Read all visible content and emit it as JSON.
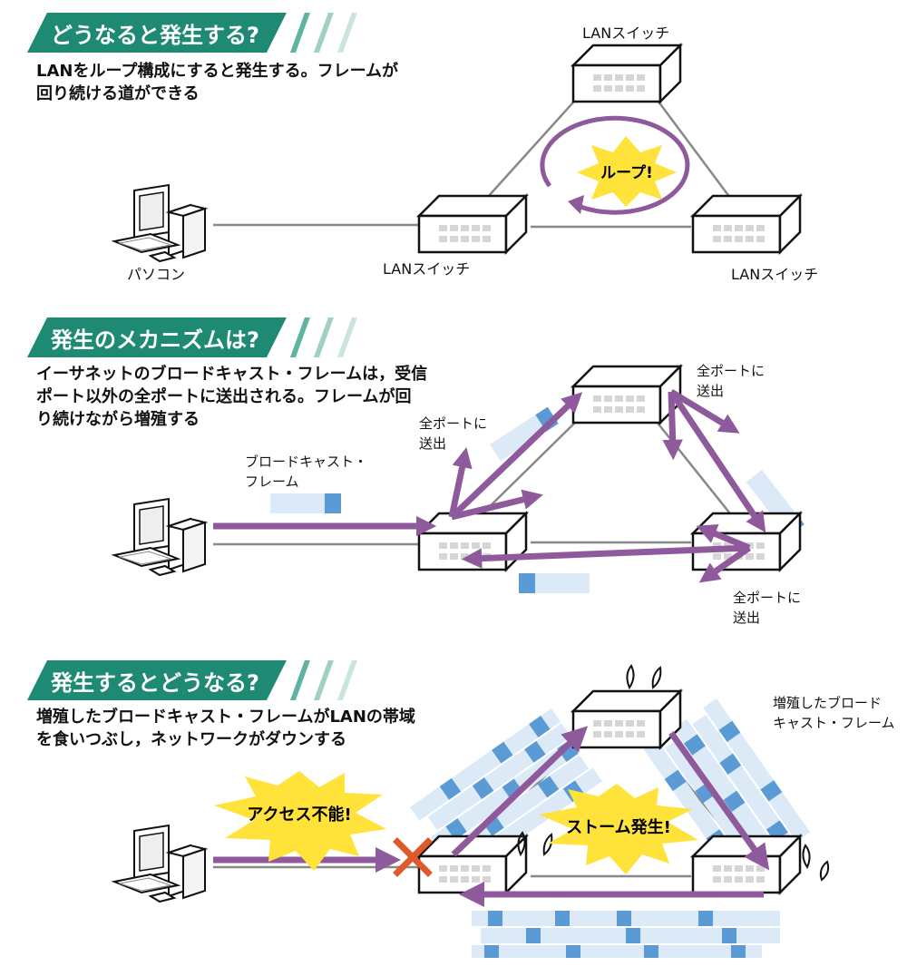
{
  "sections": [
    {
      "heading": "どうなると発生する?",
      "desc1": "LANをループ構成にすると発生する。フレームが",
      "desc2": "回り続ける道ができる",
      "switch_top": "LANスイッチ",
      "switch_left": "LANスイッチ",
      "switch_right": "LANスイッチ",
      "pc": "パソコン",
      "burst": "ループ!"
    },
    {
      "heading": "発生のメカニズムは?",
      "desc1": "イーサネットのブロードキャスト・フレームは，受信",
      "desc2": "ポート以外の全ポートに送出される。フレームが回",
      "desc3": "り続けながら増殖する",
      "frame1": "ブロードキャスト・",
      "frame2": "フレーム",
      "allport_left_1": "全ポートに",
      "allport_left_2": "送出",
      "allport_top_1": "全ポートに",
      "allport_top_2": "送出",
      "allport_bottom_1": "全ポートに",
      "allport_bottom_2": "送出"
    },
    {
      "heading": "発生するとどうなる?",
      "desc1": "増殖したブロードキャスト・フレームがLANの帯域",
      "desc2": "を食いつぶし，ネットワークがダウンする",
      "burst_access": "アクセス不能!",
      "burst_storm": "ストーム発生!",
      "multiplied1": "増殖したブロード",
      "multiplied2": "キャスト・フレーム"
    }
  ],
  "colors": {
    "heading_bg": "#1f8a73",
    "stripe": "#9fd0c4",
    "arrow": "#8e5a9b",
    "frame_light": "#dce9f7",
    "frame_dark": "#5b9bd5",
    "burst": "#ffe23a",
    "cross": "#e0592a",
    "line": "#888888"
  },
  "icons": [
    "lan-switch-icon",
    "pc-icon",
    "burst-icon",
    "cross-icon",
    "sweat-drop-icon"
  ]
}
